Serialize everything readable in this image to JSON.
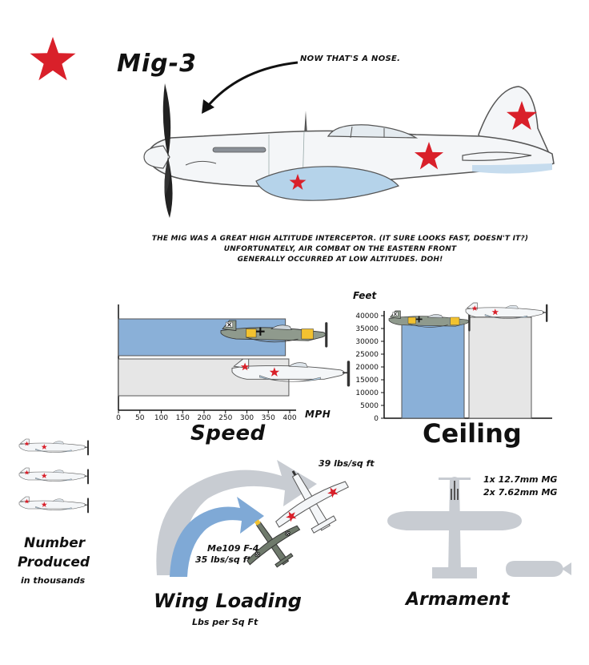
{
  "header": {
    "title": "Mig-3",
    "nose_note": "Now THAT's a nose.",
    "star_color": "#d9202a"
  },
  "caption": {
    "line1": "The Mig was a great high altitude interceptor. (It sure looks fast, doesn't it?)",
    "line2": "Unfortunately, air combat on the Eastern Front",
    "line3": "generally occurred at low altitudes. Doh!"
  },
  "labels": {
    "speed": "Speed",
    "ceiling": "Ceiling",
    "mph": "MPH",
    "feet": "Feet",
    "number_produced_1": "Number",
    "number_produced_2": "Produced",
    "number_produced_3": "in thousands",
    "wing_loading": "Wing Loading",
    "wing_loading_sub": "Lbs per Sq Ft",
    "armament": "Armament",
    "mig_wing_loading": "39 lbs/sq ft",
    "me_name": "Me109 F-4",
    "me_wing_loading": "35 lbs/sq ft",
    "arm_line1": "1x 12.7mm MG",
    "arm_line2": "2x 7.62mm MG"
  },
  "chart_data": [
    {
      "type": "bar",
      "orientation": "horizontal",
      "title": "Speed",
      "xlabel": "MPH",
      "xlim": [
        0,
        400
      ],
      "xticks": [
        0,
        50,
        100,
        150,
        200,
        250,
        300,
        350,
        400
      ],
      "bars": [
        {
          "value": 390,
          "color": "#8ab0d8"
        },
        {
          "value": 398,
          "color": "#e6e6e6"
        }
      ]
    },
    {
      "type": "bar",
      "title": "Ceiling",
      "ylabel": "Feet",
      "ylim": [
        0,
        40000
      ],
      "yticks": [
        0,
        5000,
        10000,
        15000,
        20000,
        25000,
        30000,
        35000,
        40000
      ],
      "bars": [
        {
          "value": 37000,
          "color": "#8ab0d8"
        },
        {
          "value": 39400,
          "color": "#e6e6e6"
        }
      ]
    },
    {
      "type": "pictogram",
      "title": "Number Produced",
      "unit": "in thousands",
      "value": 3
    },
    {
      "type": "arc",
      "title": "Wing Loading",
      "unit": "Lbs per Sq Ft",
      "arcs": [
        {
          "label": "39 lbs/sq ft",
          "value": 39,
          "color": "#c8ccd2"
        },
        {
          "label": "35 lbs/sq ft",
          "value": 35,
          "color": "#7fa9d6"
        }
      ]
    }
  ]
}
